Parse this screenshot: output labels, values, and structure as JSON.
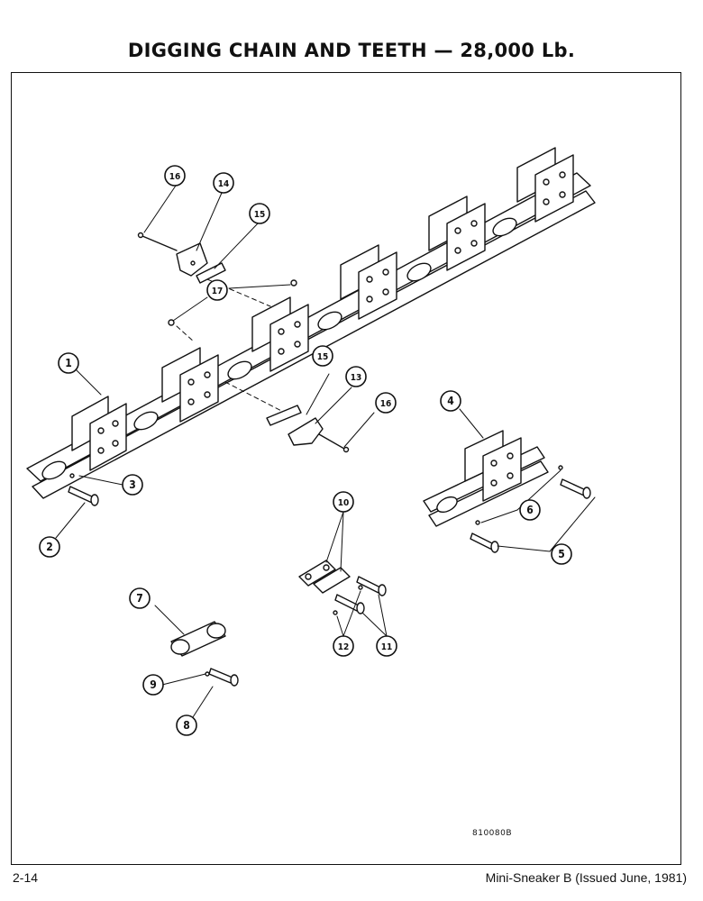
{
  "header": {
    "title": "DIGGING CHAIN AND TEETH — 28,000 Lb."
  },
  "footer": {
    "page_number": "2-14",
    "publication": "Mini-Sneaker B (Issued June, 1981)"
  },
  "drawing": {
    "id": "810080B"
  },
  "callouts": {
    "c1": "1",
    "c2": "2",
    "c3": "3",
    "c4": "4",
    "c5": "5",
    "c6": "6",
    "c7": "7",
    "c8": "8",
    "c9": "9",
    "c10": "10",
    "c11": "11",
    "c12": "12",
    "c13": "13",
    "c14": "14",
    "c15a": "15",
    "c15b": "15",
    "c16a": "16",
    "c16b": "16",
    "c17": "17"
  }
}
